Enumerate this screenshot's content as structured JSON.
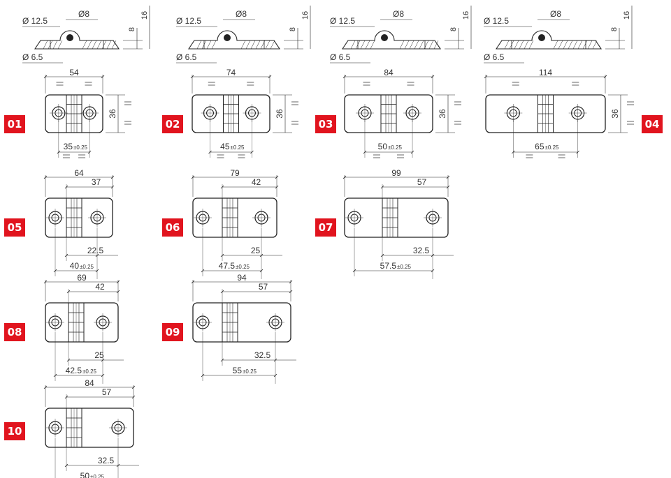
{
  "colors": {
    "badge": "#e1141e",
    "ink": "#222222"
  },
  "section_dims": {
    "dia_top": "Ø 12.5",
    "dia_bore": "Ø8",
    "dia_hole": "Ø 6.5",
    "thick": "8",
    "height": "16"
  },
  "variants": [
    {
      "code": "01",
      "overall": "54",
      "width": "36",
      "hole": "35",
      "tol": "±0.25",
      "eq": "="
    },
    {
      "code": "02",
      "overall": "74",
      "width": "36",
      "hole": "45",
      "tol": "±0.25",
      "eq": "="
    },
    {
      "code": "03",
      "overall": "84",
      "width": "36",
      "hole": "50",
      "tol": "±0.25",
      "eq": "="
    },
    {
      "code": "04",
      "overall": "114",
      "width": "36",
      "hole": "65",
      "tol": "±0.25",
      "eq": "="
    },
    {
      "code": "05",
      "overall": "64",
      "leaf": "37",
      "offset": "22.5",
      "hole": "40",
      "tol": "±0.25"
    },
    {
      "code": "06",
      "overall": "79",
      "leaf": "42",
      "offset": "25",
      "hole": "47.5",
      "tol": "±0.25"
    },
    {
      "code": "07",
      "overall": "99",
      "leaf": "57",
      "offset": "32.5",
      "hole": "57.5",
      "tol": "±0.25"
    },
    {
      "code": "08",
      "overall": "69",
      "leaf": "42",
      "offset": "25",
      "hole": "42.5",
      "tol": "±0.25"
    },
    {
      "code": "09",
      "overall": "94",
      "leaf": "57",
      "offset": "32.5",
      "hole": "55",
      "tol": "±0.25"
    },
    {
      "code": "10",
      "overall": "84",
      "leaf": "57",
      "offset": "32.5",
      "hole": "50",
      "tol": "±0.25"
    }
  ]
}
